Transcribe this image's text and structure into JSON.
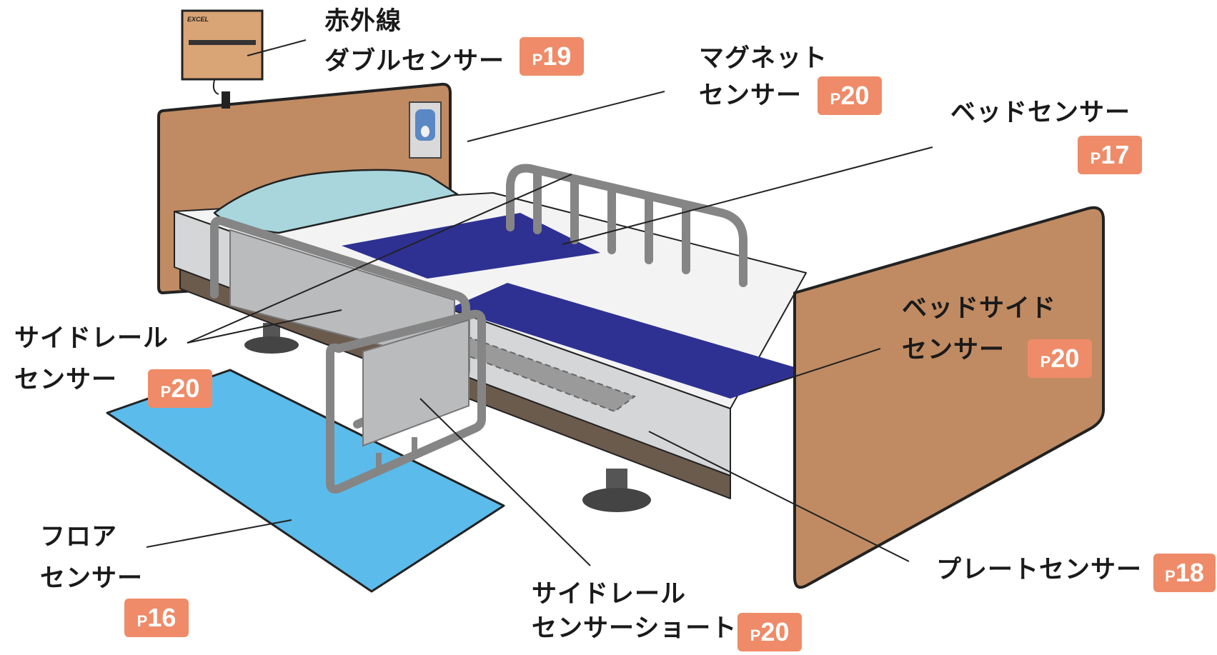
{
  "colors": {
    "headboard": "#c08b62",
    "outline": "#222222",
    "pillow": "#a8d6dc",
    "sensor_pad": "#2e3192",
    "floor_mat": "#5bbbea",
    "rail": "#858585",
    "panel": "#b9bbbd",
    "badge": "#ef8b68"
  },
  "device": {
    "brand": "EXCEL"
  },
  "callouts": [
    {
      "id": "infrared",
      "lines": [
        "赤外線",
        "ダブルセンサー"
      ],
      "badge_prefix": "P",
      "badge_num": "19"
    },
    {
      "id": "magnet",
      "lines": [
        "マグネット",
        "センサー"
      ],
      "badge_prefix": "P",
      "badge_num": "20"
    },
    {
      "id": "bed",
      "lines": [
        "ベッドセンサー"
      ],
      "badge_prefix": "P",
      "badge_num": "17"
    },
    {
      "id": "bedside",
      "lines": [
        "ベッドサイド",
        "センサー"
      ],
      "badge_prefix": "P",
      "badge_num": "20"
    },
    {
      "id": "siderail",
      "lines": [
        "サイドレール",
        "センサー"
      ],
      "badge_prefix": "P",
      "badge_num": "20"
    },
    {
      "id": "floor",
      "lines": [
        "フロア",
        "センサー"
      ],
      "badge_prefix": "P",
      "badge_num": "16"
    },
    {
      "id": "siderail-short",
      "lines": [
        "サイドレール",
        "センサーショート"
      ],
      "badge_prefix": "P",
      "badge_num": "20"
    },
    {
      "id": "plate",
      "lines": [
        "プレートセンサー"
      ],
      "badge_prefix": "P",
      "badge_num": "18"
    }
  ]
}
